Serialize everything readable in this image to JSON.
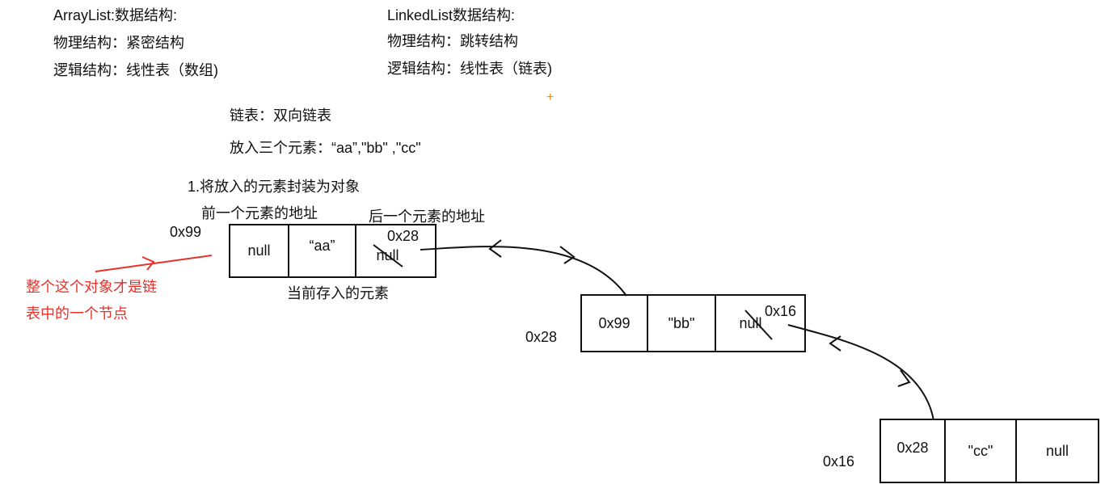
{
  "left_header": {
    "line1": "ArrayList:数据结构:",
    "line2": "物理结构：紧密结构",
    "line3": "逻辑结构：线性表（数组)"
  },
  "right_header": {
    "line1": "LinkedList数据结构:",
    "line2": "物理结构：跳转结构",
    "line3": "逻辑结构：线性表（链表)"
  },
  "intro": {
    "line1": "链表：双向链表",
    "line2": "放入三个元素：“aa”,\"bb\" ,\"cc\"",
    "step1": "1.将放入的元素封装为对象"
  },
  "labels": {
    "prev_addr": "前一个元素的地址",
    "next_addr": "后一个元素的地址",
    "current": "当前存入的元素",
    "note_line1": "整个这个对象才是链",
    "note_line2": "表中的一个节点"
  },
  "nodes": [
    {
      "addr": "0x99",
      "prev": "null",
      "value": "“aa”",
      "next_old": "null",
      "next_new": "0x28"
    },
    {
      "addr": "0x28",
      "prev": "0x99",
      "value": "\"bb\"",
      "next_old": "null",
      "next_new": "0x16"
    },
    {
      "addr": "0x16",
      "prev": "0x28",
      "value": "\"cc\"",
      "next": "null"
    }
  ],
  "colors": {
    "annotation": "#e8302a",
    "ink": "#111111",
    "cursor": "#f08a1c"
  }
}
